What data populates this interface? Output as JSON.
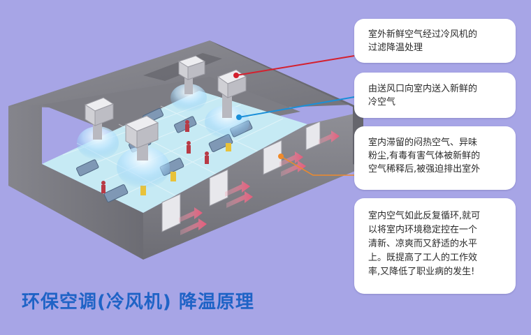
{
  "notes": [
    {
      "text": "室外新鲜空气经过冷风机的\n过滤降温处理",
      "line_color": "#d4202e"
    },
    {
      "text": "由送风口向室内送入新鲜的\n冷空气",
      "line_color": "#1a8fd8"
    },
    {
      "text": "室内滞留的闷热空气、异味\n粉尘,有毒有害气体被新鲜的\n空气稀释后,被强迫排出室外",
      "line_color": "#f08a2a"
    },
    {
      "text": "室内空气如此反复循环,就可\n以将室内环境稳定控在一个\n清新、凉爽而又舒适的水平\n上。既提高了工人的工作效\n率,又降低了职业病的发生!",
      "line_color": ""
    }
  ],
  "title": "环保空调(冷风机) 降温原理",
  "colors": {
    "background": "#a7a5e6",
    "title": "#1f63c6"
  }
}
